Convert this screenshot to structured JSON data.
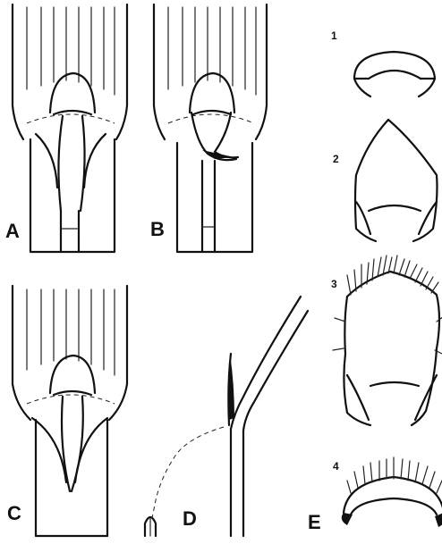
{
  "figure": {
    "panel_labels": {
      "a": "A",
      "b": "B",
      "c": "C",
      "d": "D",
      "e": "E"
    },
    "ligule_labels": {
      "one": "1",
      "two": "2",
      "three": "3",
      "four": "4"
    }
  }
}
